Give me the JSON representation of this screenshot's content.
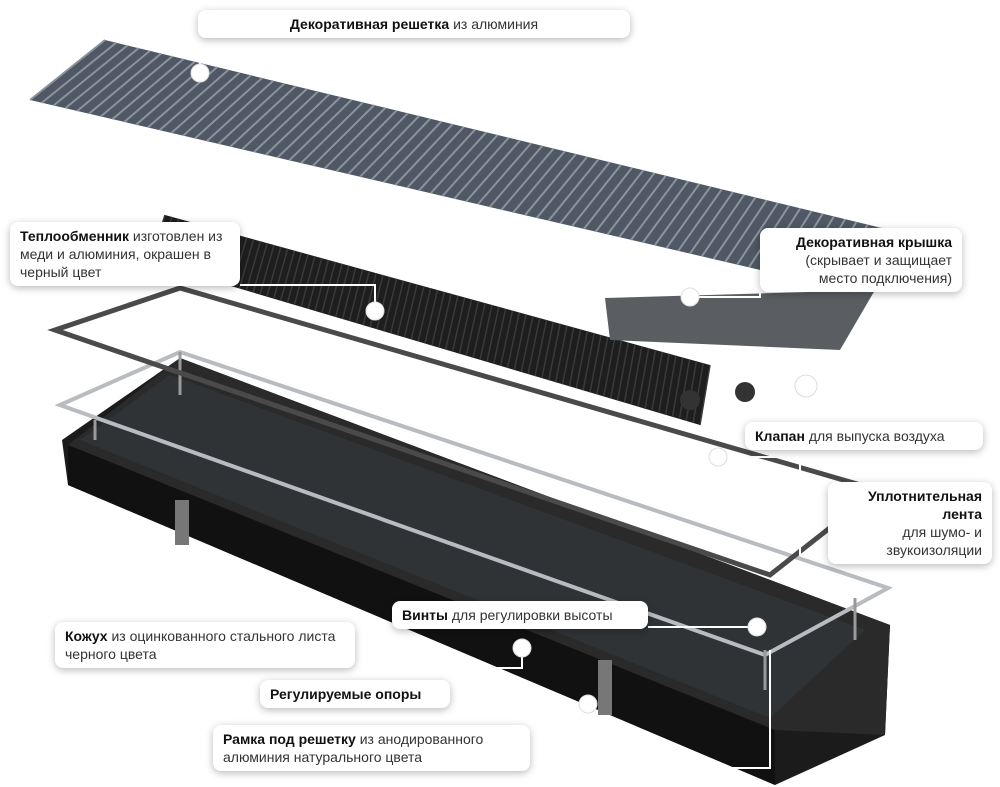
{
  "labels": {
    "grille": {
      "bold": "Декоративная решетка",
      "text": " из алюминия"
    },
    "exchanger": {
      "bold": "Теплообменник",
      "text": " изготовлен из меди и алюминия, окрашен в черный цвет"
    },
    "cover": {
      "bold": "Декоративная крышка",
      "text": "(скрывает и защищает место подключения)"
    },
    "valve": {
      "bold": "Клапан",
      "text": " для выпуска воздуха"
    },
    "seal": {
      "bold": "Уплотнительная лента",
      "text": "для шумо- и звукоизоляции"
    },
    "screws": {
      "bold": "Винты",
      "text": " для регулировки высоты"
    },
    "casing": {
      "bold": "Кожух",
      "text": " из оцинкованного стального листа черного цвета"
    },
    "supports": {
      "bold": "Регулируемые опоры",
      "text": ""
    },
    "frame": {
      "bold": "Рамка под решетку",
      "text": " из анодированного алюминия натурального цвета"
    }
  },
  "colors": {
    "grille": "#5c6570",
    "exchanger": "#1e1e1e",
    "casing": "#1a1a1a",
    "frame": "#b8bcc0",
    "seal": "#4a4a4a"
  }
}
